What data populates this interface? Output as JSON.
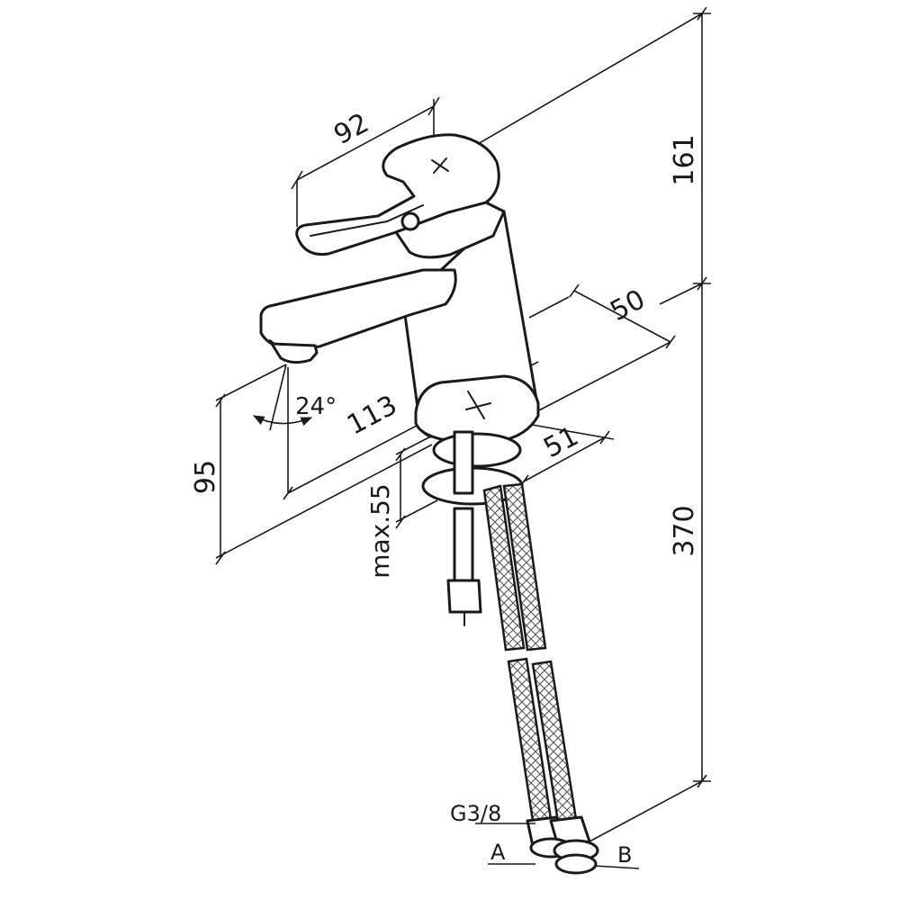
{
  "dimensions": {
    "handle_length": "92",
    "top_height": "161",
    "base_width": "50",
    "spout_angle": "24°",
    "spout_reach": "113",
    "spout_height": "95",
    "base_depth": "51",
    "max_deck_thickness": "max.55",
    "total_height": "370"
  },
  "labels": {
    "thread": "G3/8",
    "hose_a": "A",
    "hose_b": "B"
  }
}
